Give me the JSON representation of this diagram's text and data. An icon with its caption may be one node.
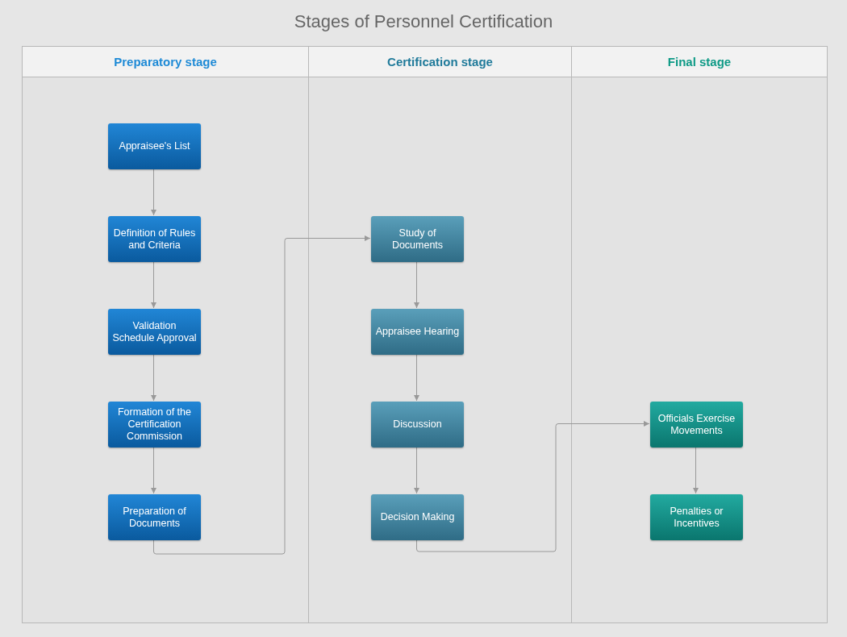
{
  "diagram": {
    "title": "Stages of Personnel Certification",
    "nodes": [
      {
        "text": [
          "Preparatory stage"
        ]
      },
      {
        "text": [
          "Certification stage"
        ]
      },
      {
        "text": [
          "Final stage"
        ]
      },
      {
        "text": [
          "Appraisee's List"
        ],
        "in": 0
      },
      {
        "text": [
          "Definition of Rules and Criteria"
        ],
        "in": 0
      },
      {
        "text": [
          "Validation Schedule Approval"
        ],
        "in": 0
      },
      {
        "text": [
          "Formation of the Certification Commission"
        ],
        "in": 0
      },
      {
        "text": [
          "Preparation of Documents"
        ],
        "in": 0
      },
      {
        "text": [
          "Study of Documents"
        ],
        "in": 1
      },
      {
        "text": [
          "Appraisee Hearing"
        ],
        "in": 1
      },
      {
        "text": [
          "Discussion"
        ],
        "in": 1
      },
      {
        "text": [
          "Decision Making"
        ],
        "in": 1
      },
      {
        "text": [
          "Officials Exercise Movements"
        ],
        "in": 2
      },
      {
        "text": [
          "Penalties or Incentives"
        ],
        "in": 2
      }
    ],
    "edges": [
      {
        "from": 3,
        "to": 4,
        "arrow": "to"
      },
      {
        "from": 4,
        "to": 5,
        "arrow": "to"
      },
      {
        "from": 5,
        "to": 6,
        "arrow": "to"
      },
      {
        "from": 6,
        "to": 7,
        "arrow": "to"
      },
      {
        "from": 7,
        "to": 8,
        "arrow": "to"
      },
      {
        "from": 8,
        "to": 9,
        "arrow": "to"
      },
      {
        "from": 9,
        "to": 10,
        "arrow": "to"
      },
      {
        "from": 10,
        "to": 11,
        "arrow": "to"
      },
      {
        "from": 11,
        "to": 12,
        "arrow": "to"
      },
      {
        "from": 12,
        "to": 13,
        "arrow": "to"
      }
    ]
  }
}
